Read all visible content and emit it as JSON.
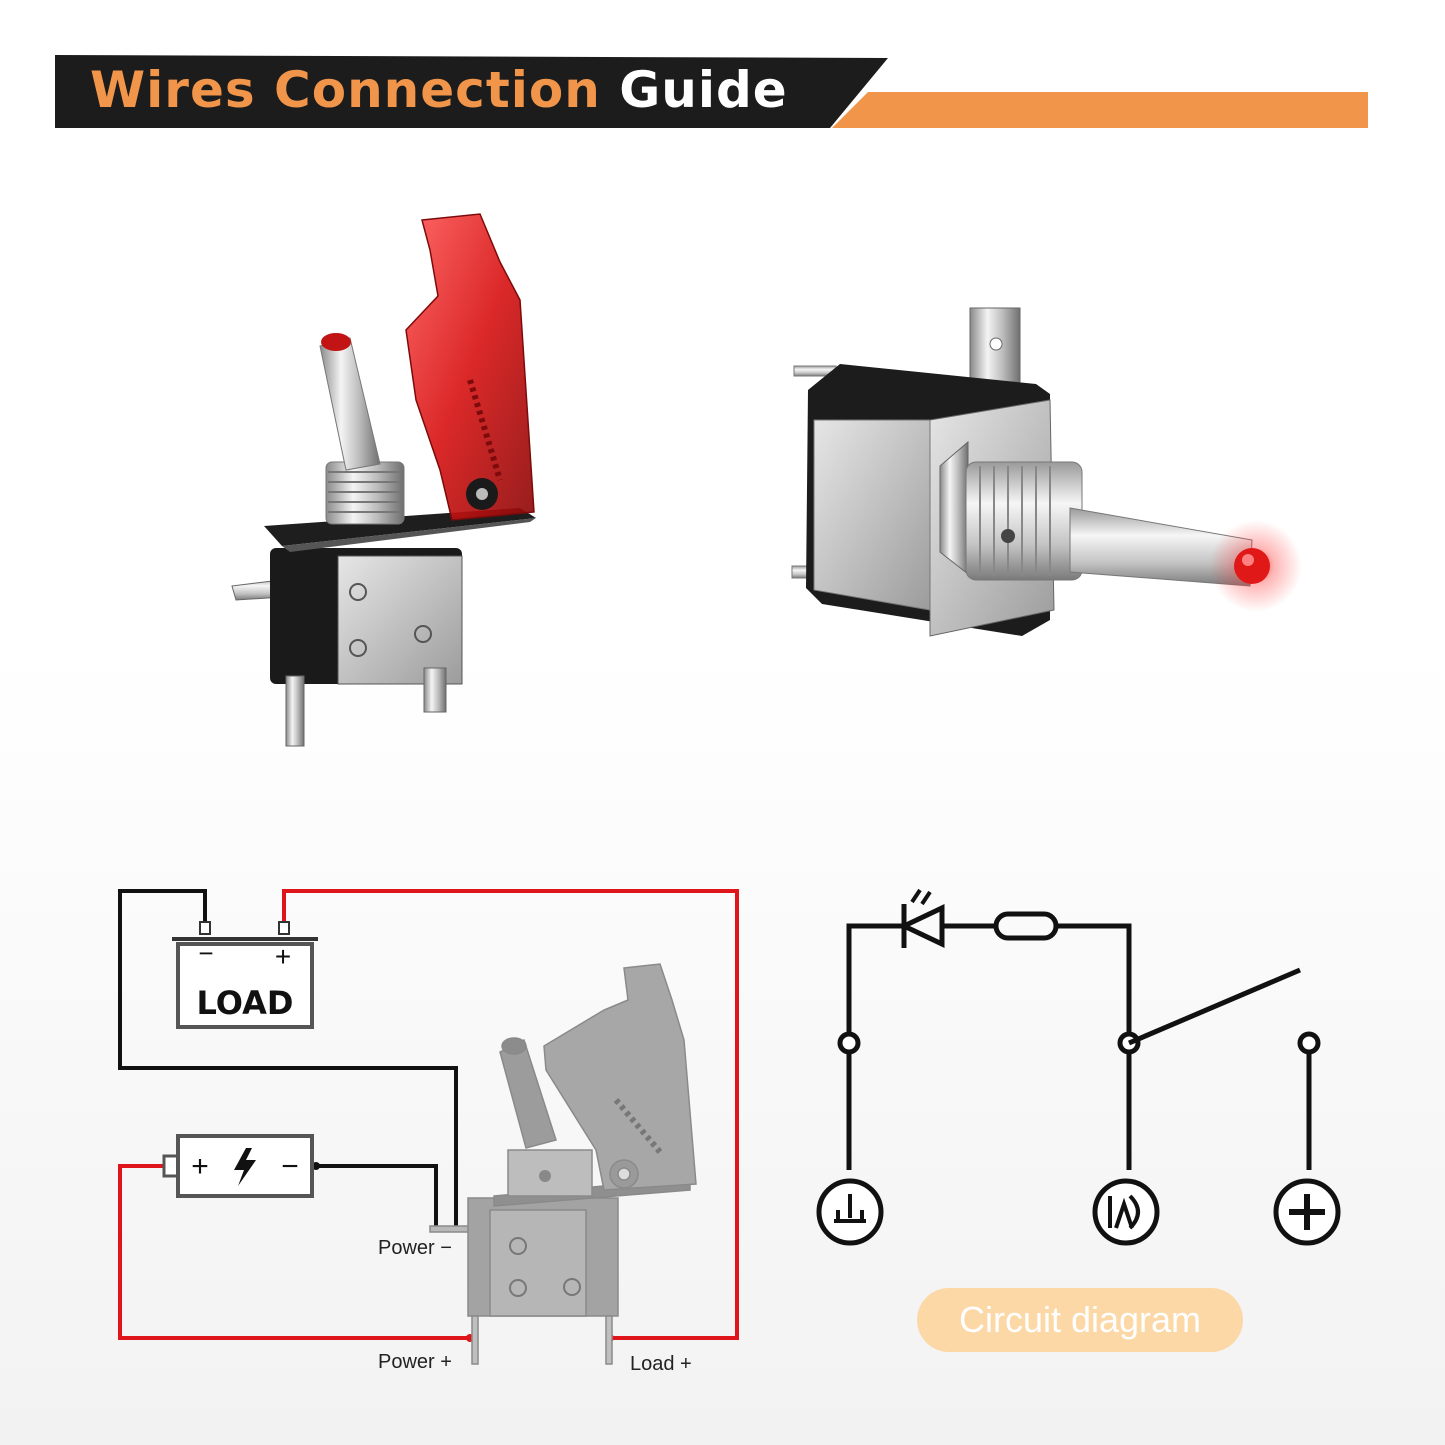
{
  "header": {
    "title_highlight": "Wires Connection",
    "title_rest": "Guide",
    "accent_color": "#f0954a",
    "dark_color": "#1c1c1c"
  },
  "products": {
    "left_image": "toggle-switch-with-red-safety-cover",
    "right_image": "toggle-switch-with-red-led-tip"
  },
  "wiring": {
    "load_label": "LOAD",
    "load_minus": "−",
    "load_plus": "+",
    "battery_plus": "+",
    "battery_minus": "−",
    "power_minus_label": "Power −",
    "power_plus_label": "Power +",
    "load_plus_label": "Load +",
    "positive_wire_color": "#e0141b",
    "negative_wire_color": "#111111"
  },
  "circuit": {
    "label": "Circuit diagram",
    "symbols": [
      "ground-icon",
      "lamp-icon",
      "plus-icon"
    ]
  }
}
